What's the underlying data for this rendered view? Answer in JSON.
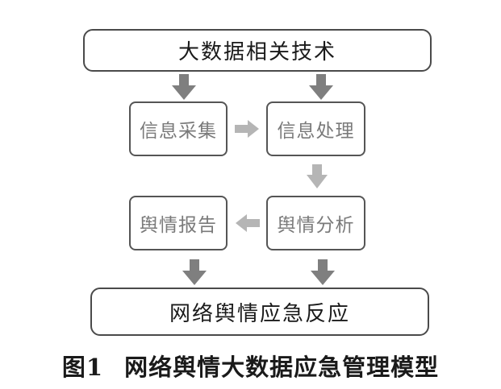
{
  "diagram": {
    "top_box": "大数据相关技术",
    "collect_box": "信息采集",
    "process_box": "信息处理",
    "analysis_box": "舆情分析",
    "report_box": "舆情报告",
    "bottom_box": "网络舆情应急反应"
  },
  "caption": {
    "figure_number": "图1",
    "title": "网络舆情大数据应急管理模型"
  },
  "colors": {
    "arrow_fill": "#7f7f7f",
    "border": "#4a4a4a"
  }
}
